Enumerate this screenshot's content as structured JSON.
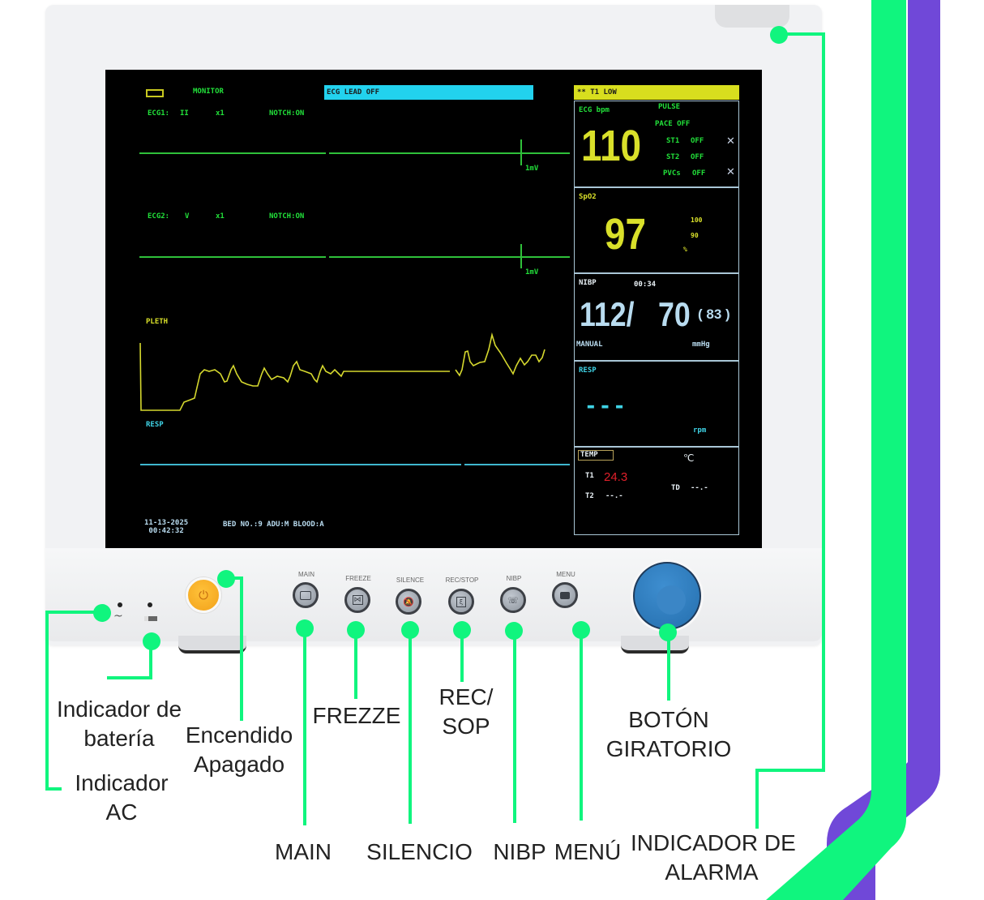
{
  "screen": {
    "status_bar": {
      "battery_icon": "battery-icon",
      "mode": "MONITOR",
      "alert_message": "ECG LEAD OFF",
      "alarm_banner": "** T1 LOW"
    },
    "ecg1": {
      "lead_label": "ECG1:",
      "lead": "II",
      "gain": "x1",
      "notch": "NOTCH:ON",
      "scale": "1mV"
    },
    "ecg2": {
      "lead_label": "ECG2:",
      "lead": "V",
      "gain": "x1",
      "notch": "NOTCH:ON",
      "scale": "1mV"
    },
    "pleth": {
      "label": "PLETH"
    },
    "resp_wave": {
      "label": "RESP"
    },
    "footer": {
      "date": "11-13-2025",
      "time": "00:42:32",
      "patient_info": "BED NO.:9 ADU:M BLOOD:A"
    },
    "ecg_panel": {
      "title": "ECG bpm",
      "value": "110",
      "pulse": "PULSE",
      "pace": "PACE OFF",
      "st1_label": "ST1",
      "st1_value": "OFF",
      "st2_label": "ST2",
      "st2_value": "OFF",
      "pvcs_label": "PVCs",
      "pvcs_value": "OFF",
      "alarm_off_icon": "x-icon"
    },
    "spo2_panel": {
      "title": "SpO2",
      "value": "97",
      "upper": "100",
      "lower": "90",
      "unit": "%"
    },
    "nibp_panel": {
      "title": "NIBP",
      "timer": "00:34",
      "sys": "112/",
      "dia": "70",
      "mean": "( 83 )",
      "mode": "MANUAL",
      "unit": "mmHg"
    },
    "resp_panel": {
      "title": "RESP",
      "value": "---",
      "unit": "rpm"
    },
    "temp_panel": {
      "title": "TEMP",
      "unit": "℃",
      "t1_label": "T1",
      "t1_value": "24.3",
      "t2_label": "T2",
      "t2_value": "--.-",
      "td_label": "TD",
      "td_value": "--.-"
    }
  },
  "hardware": {
    "ac_indicator_symbol": "~",
    "keys": [
      {
        "label": "MAIN",
        "icon": "main-icon"
      },
      {
        "label": "FREEZE",
        "icon": "freeze-icon"
      },
      {
        "label": "SILENCE",
        "icon": "silence-icon"
      },
      {
        "label": "REC/STOP",
        "icon": "record-icon"
      },
      {
        "label": "NIBP",
        "icon": "cuff-icon"
      },
      {
        "label": "MENU",
        "icon": "menu-icon"
      }
    ]
  },
  "callouts": {
    "battery": "Indicador de\nbatería",
    "battery_l1": "Indicador de",
    "battery_l2": "batería",
    "power_l1": "Encendido",
    "power_l2": "Apagado",
    "ac_l1": "Indicador",
    "ac_l2": "AC",
    "freeze": "FREZZE",
    "rec_l1": "REC/",
    "rec_l2": "SOP",
    "knob_l1": "BOTÓN",
    "knob_l2": "GIRATORIO",
    "main": "MAIN",
    "silence": "SILENCIO",
    "nibp": "NIBP",
    "menu": "MENÚ",
    "alarm_l1": "INDICADOR DE",
    "alarm_l2": "ALARMA"
  },
  "colors": {
    "accent_green": "#10f57e",
    "accent_purple": "#7048d8",
    "ecg_green": "#22e03a",
    "pleth_yellow": "#d9e02a",
    "resp_cyan": "#3fd3e6",
    "temp_red": "#e0202a",
    "power_orange": "#f5a623",
    "knob_blue": "#2f7fc0"
  }
}
